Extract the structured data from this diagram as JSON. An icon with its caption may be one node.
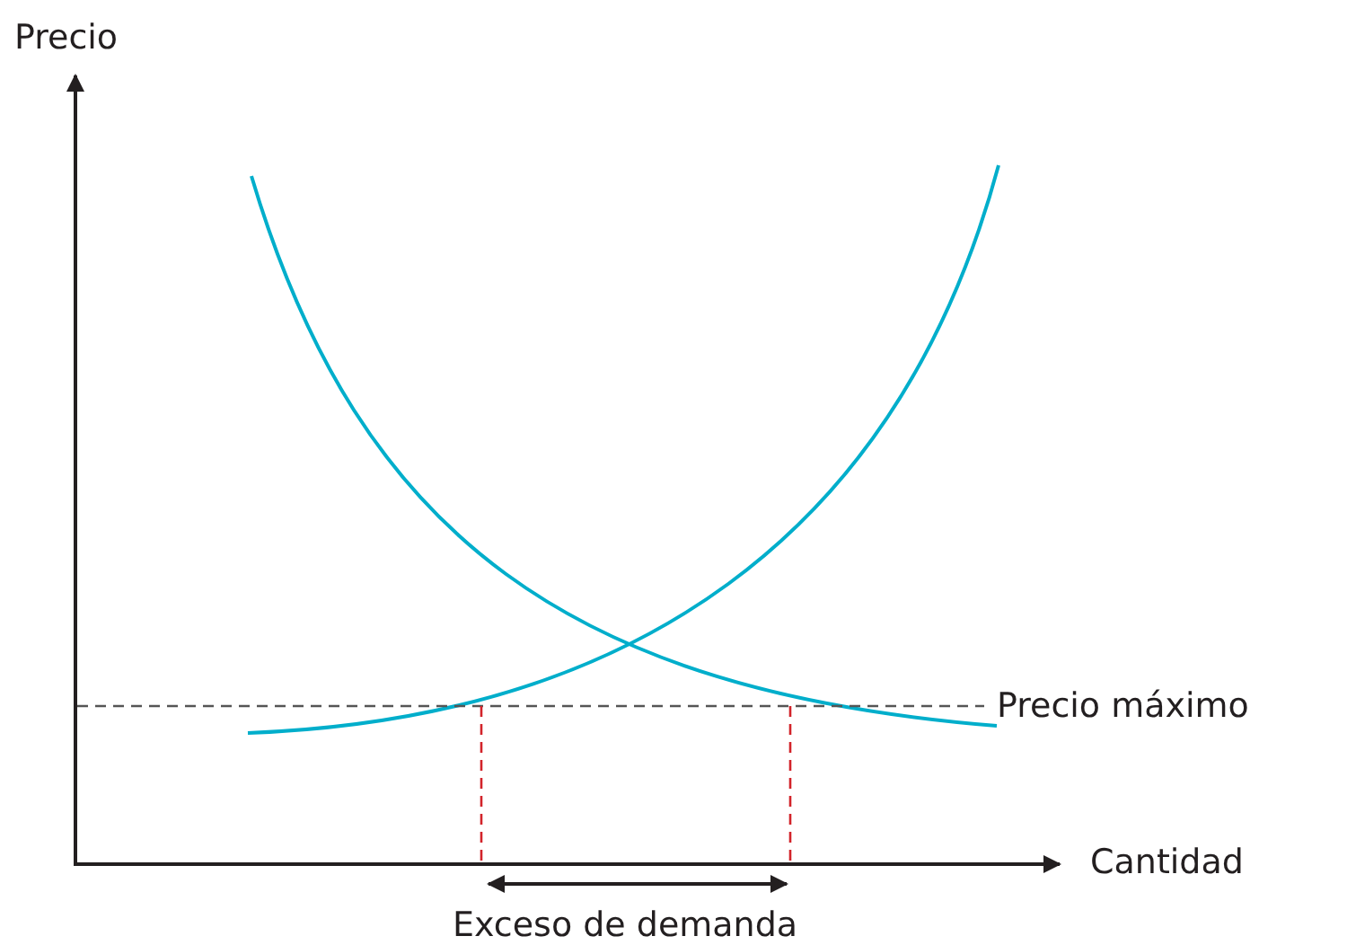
{
  "diagram": {
    "labels": [
      "Precio",
      "Precio máximo",
      "Cantidad",
      "Exceso de demanda"
    ]
  }
}
